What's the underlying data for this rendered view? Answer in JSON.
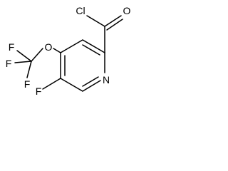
{
  "atoms": {
    "chlorine": "Cl",
    "carbonyl_oxygen": "O",
    "ether_oxygen": "O",
    "nitrogen": "N",
    "ring_fluorine": "F",
    "cf3_fluorine_top": "F",
    "cf3_fluorine_left": "F",
    "cf3_fluorine_bottom": "F"
  }
}
